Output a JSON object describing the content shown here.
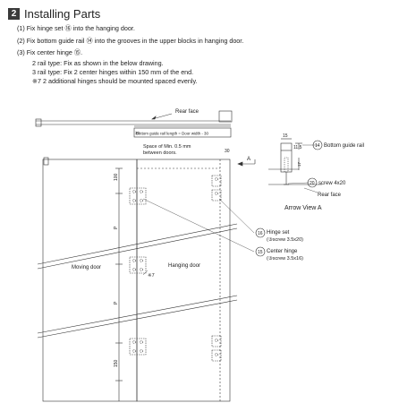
{
  "header": {
    "section_number": "2",
    "title": "Installing Parts"
  },
  "steps": [
    "(1) Fix hinge set ⑯ into the hanging door.",
    "(2) Fix bottom guide rail ⑭ into the grooves in the upper blocks in hanging door.",
    "(3) Fix center hinge ⑮."
  ],
  "notes": [
    "2 rail type: Fix as shown in the below drawing.",
    "3 rail type: Fix 2 center hinges within 150 mm of the end.",
    "※7 2 additional hinges should be mounted spaced evenly."
  ],
  "drawing": {
    "rear_face_label": "Rear face",
    "guide_rail_dim": "Bottom guide rail length = Door width - 30",
    "dim_30_left": "30",
    "dim_30_right": "30",
    "space_note_1": "Space  of Min. 0.5 mm",
    "space_note_2": "between doors.",
    "arrow_a": "A",
    "dim_100": "100",
    "dim_150": "150",
    "dim_p1": "P",
    "dim_p2": "P",
    "moving_door": "Moving door",
    "hanging_door": "Hanging door",
    "note_ref": "※7",
    "hinge_set_num": "16",
    "hinge_set_line1": "Hinge set",
    "hinge_set_line2": "(③screw 3.5x20)",
    "center_hinge_num": "15",
    "center_hinge_line1": "Center hinge",
    "center_hinge_line2": "(③screw 3.5x16)"
  },
  "arrow_view": {
    "title": "Arrow View A",
    "dim_15": "15",
    "dim_11_5": "11.5",
    "dim_17": "17",
    "rail_num": "14",
    "rail_label": "Bottom guide rail",
    "screw_num": "20",
    "screw_label": "screw 4x20",
    "rear_face": "Rear face"
  }
}
